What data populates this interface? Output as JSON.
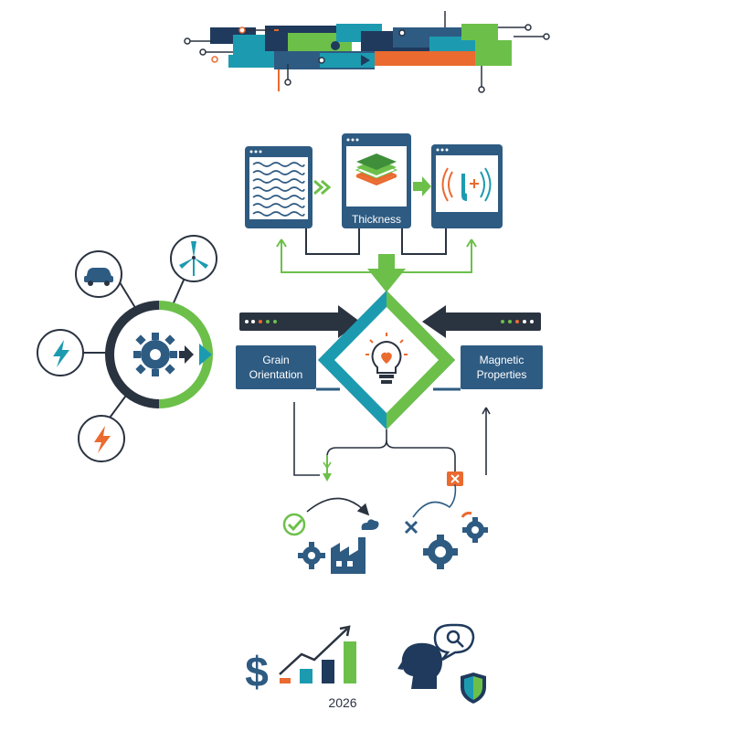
{
  "colors": {
    "navy": "#1f3a5c",
    "blue": "#2e5b82",
    "teal": "#1c9bb0",
    "green": "#6cc04a",
    "orange": "#ea6a2f",
    "dark": "#2a3340"
  },
  "panels": {
    "thickness_label": "Thickness"
  },
  "center": {
    "left_label_line1": "Grain",
    "left_label_line2": "Orientation",
    "right_label_line1": "Magnetic",
    "right_label_line2": "Properties"
  },
  "footer": {
    "year": "2026"
  },
  "icons": {
    "hub_spokes": [
      "car-icon",
      "wind-turbine-icon",
      "lightning-teal-icon",
      "lightning-orange-icon"
    ],
    "outcomes": [
      "check-icon",
      "factory-icon",
      "cross-icon",
      "gears-icon"
    ],
    "bottom": [
      "dollar-icon",
      "growth-chart-icon",
      "head-icon",
      "magnifier-bubble-icon",
      "shield-icon"
    ]
  }
}
